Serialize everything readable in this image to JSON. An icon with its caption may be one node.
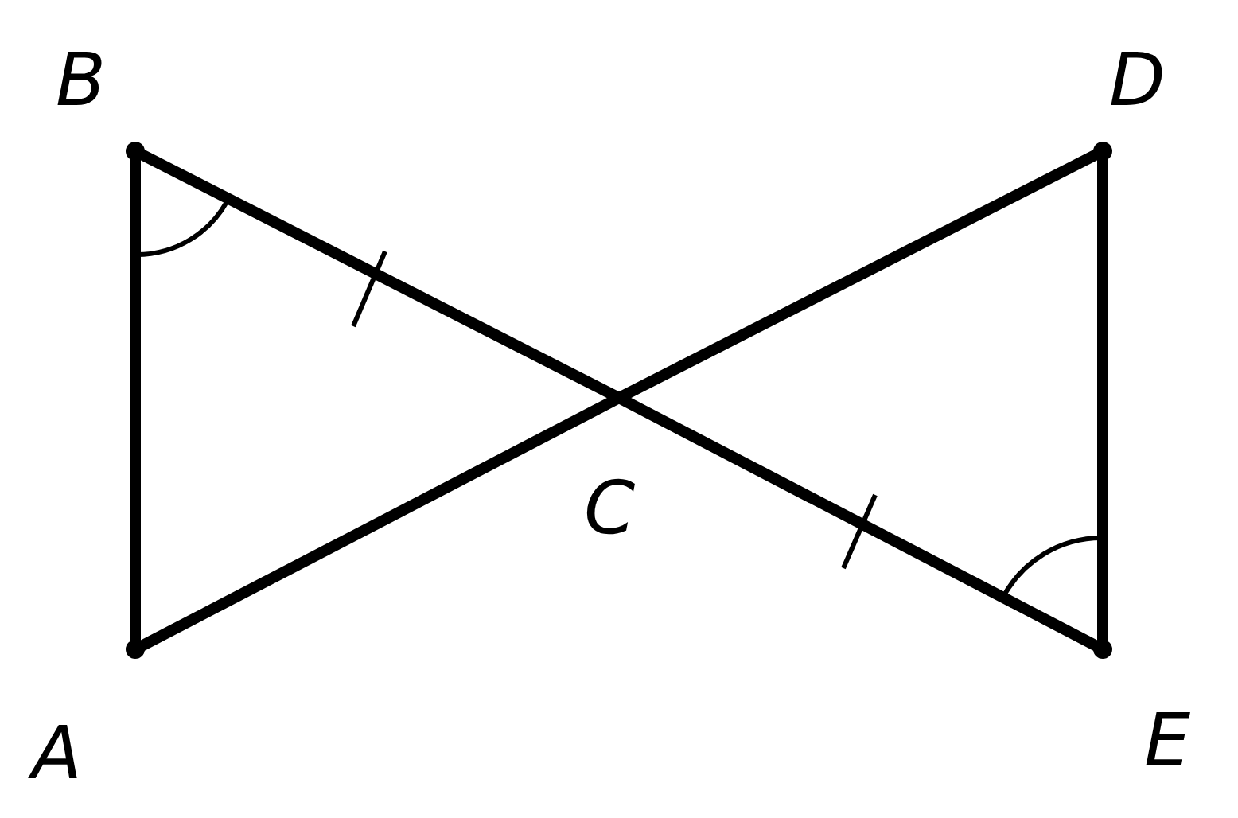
{
  "diagram": {
    "nodes": [
      {
        "text": [
          "B"
        ]
      },
      {
        "text": [
          "D"
        ]
      },
      {
        "text": [
          "C"
        ]
      },
      {
        "text": [
          "A"
        ]
      },
      {
        "text": [
          "E"
        ]
      }
    ],
    "edges": [
      {
        "from": 0,
        "to": 3,
        "arrow": "none"
      },
      {
        "from": 0,
        "to": 2,
        "arrow": "none"
      },
      {
        "from": 2,
        "to": 4,
        "arrow": "none"
      },
      {
        "from": 3,
        "to": 2,
        "arrow": "none"
      },
      {
        "from": 2,
        "to": 1,
        "arrow": "none"
      },
      {
        "from": 1,
        "to": 4,
        "arrow": "none"
      }
    ]
  }
}
